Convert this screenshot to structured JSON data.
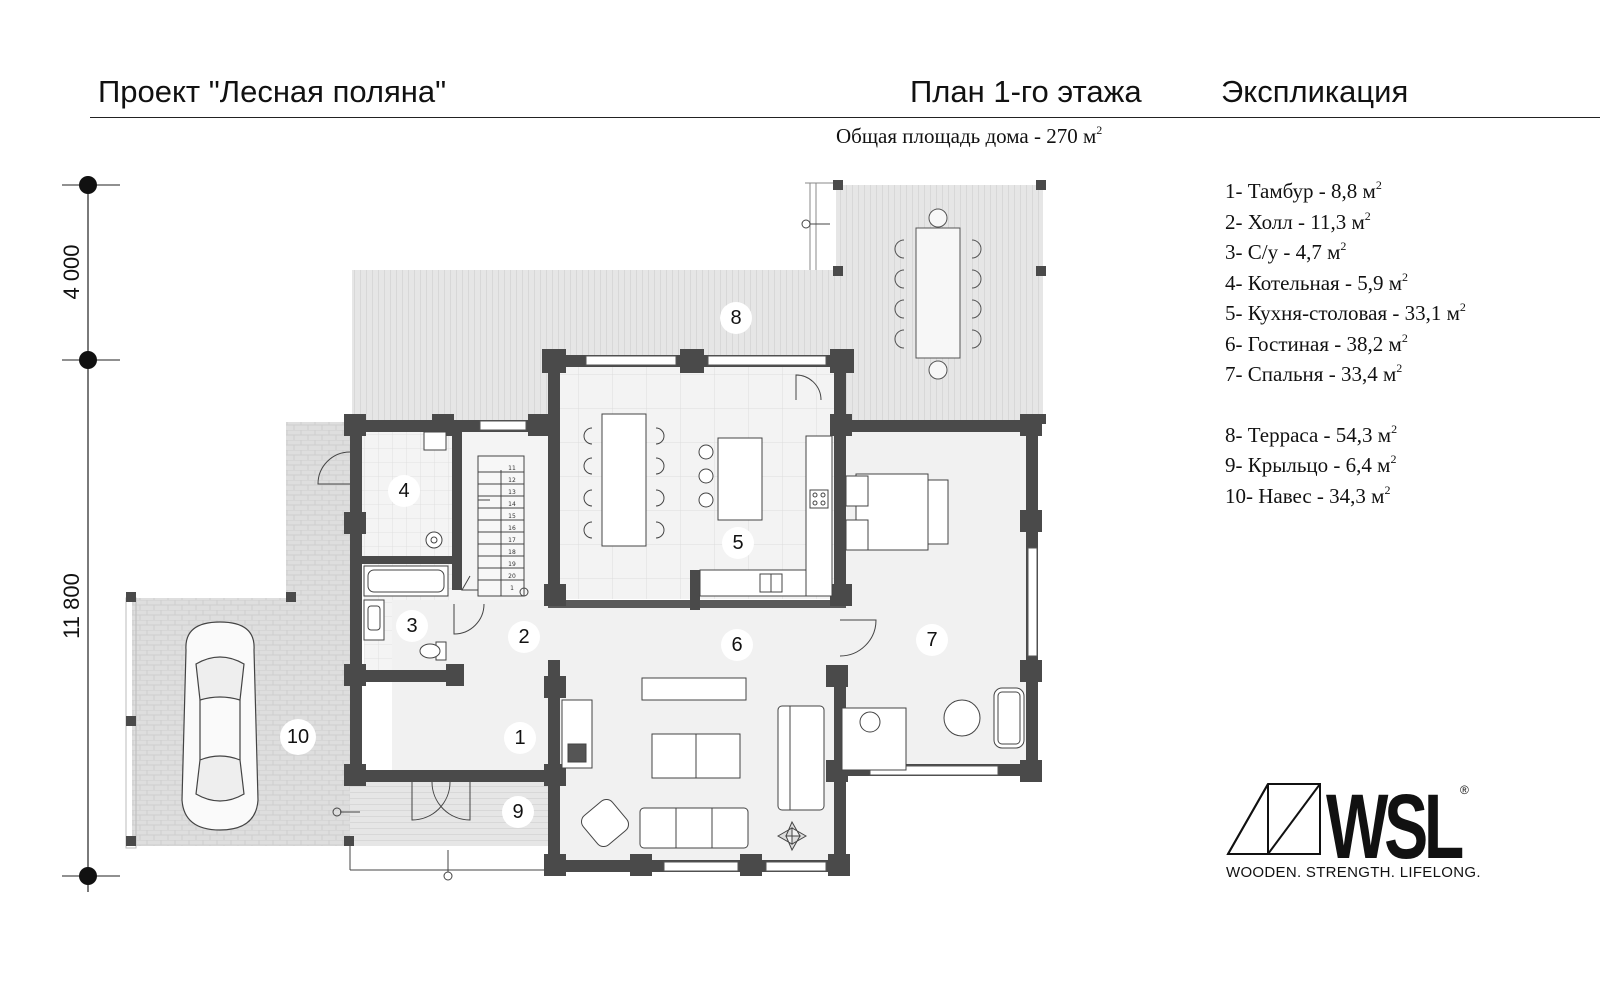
{
  "header": {
    "project_title": "Проект \"Лесная поляна\"",
    "plan_title": "План 1-го этажа",
    "explication_title": "Экспликация",
    "total_area_prefix": "Общая площадь дома - 270 м",
    "area_unit_sup": "2"
  },
  "dimensions": {
    "top_segment": "4 000",
    "main_segment": "11 800"
  },
  "rooms": [
    {
      "num": "1",
      "text": "1- Тамбур - 8,8 м"
    },
    {
      "num": "2",
      "text": "2- Холл - 11,3 м"
    },
    {
      "num": "3",
      "text": "3- С/у - 4,7 м"
    },
    {
      "num": "4",
      "text": "4- Котельная - 5,9 м"
    },
    {
      "num": "5",
      "text": "5- Кухня-столовая - 33,1 м"
    },
    {
      "num": "6",
      "text": "6- Гостиная - 38,2 м"
    },
    {
      "num": "7",
      "text": "7- Спальня - 33,4 м"
    },
    {
      "num": "8",
      "text": "8- Терраса - 54,3 м"
    },
    {
      "num": "9",
      "text": "9- Крыльцо - 6,4 м"
    },
    {
      "num": "10",
      "text": "10- Навес - 34,3 м"
    }
  ],
  "stair_steps": [
    "11",
    "12",
    "13",
    "14",
    "15",
    "16",
    "17",
    "18",
    "19",
    "20",
    "1"
  ],
  "brand": {
    "logo_text": "WSL",
    "registered": "®",
    "tagline": "WOODEN. STRENGTH. LIFELONG."
  },
  "colors": {
    "wall": "#4a4a4a",
    "deck": "#e2e2e2",
    "floor": "#f1f1f1",
    "paving": "#dcdcdc"
  }
}
